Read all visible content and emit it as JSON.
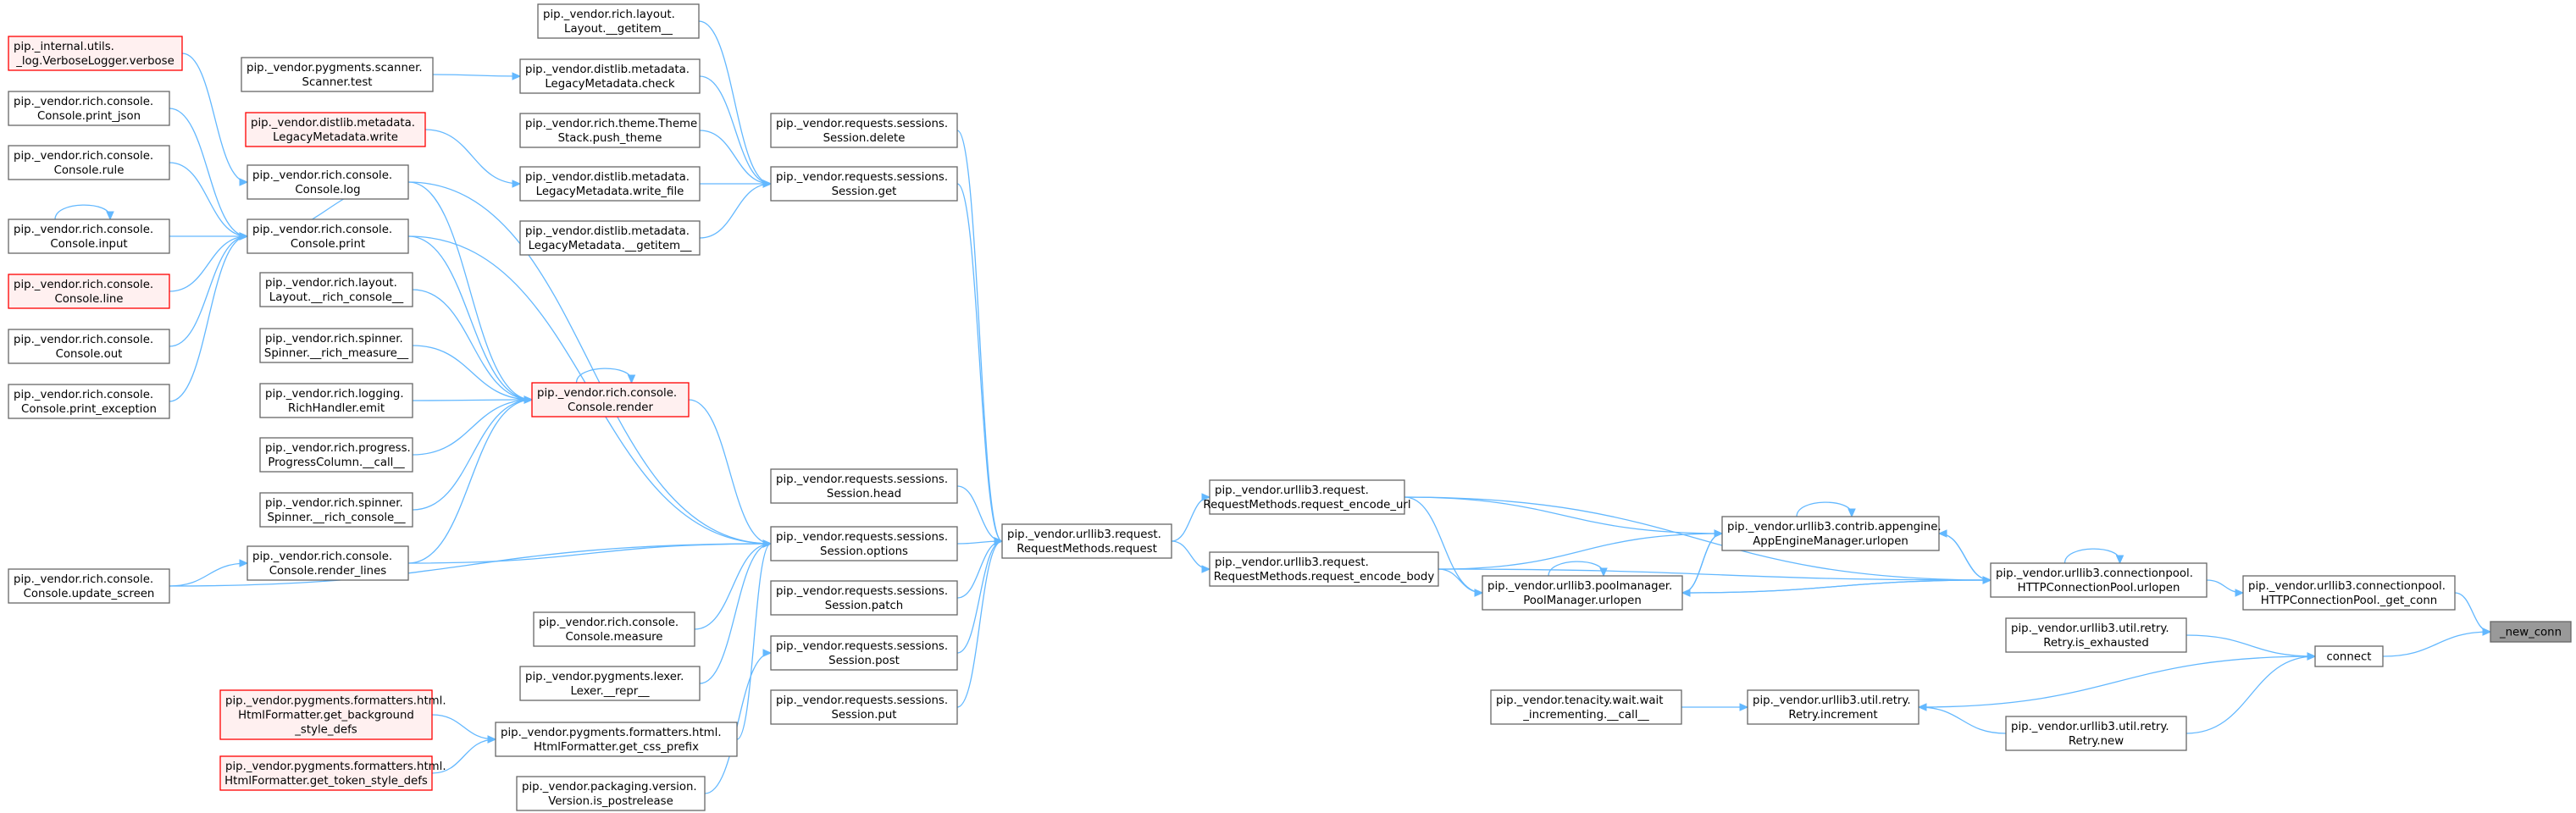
{
  "nodes": [
    {
      "id": "verbose",
      "lines": [
        "pip._internal.utils.",
        "_log.VerboseLogger.verbose"
      ],
      "style": "red"
    },
    {
      "id": "print_json",
      "lines": [
        "pip._vendor.rich.console.",
        "Console.print_json"
      ]
    },
    {
      "id": "rule",
      "lines": [
        "pip._vendor.rich.console.",
        "Console.rule"
      ]
    },
    {
      "id": "input",
      "lines": [
        "pip._vendor.rich.console.",
        "Console.input"
      ]
    },
    {
      "id": "line",
      "lines": [
        "pip._vendor.rich.console.",
        "Console.line"
      ],
      "style": "red"
    },
    {
      "id": "out",
      "lines": [
        "pip._vendor.rich.console.",
        "Console.out"
      ]
    },
    {
      "id": "print_exception",
      "lines": [
        "pip._vendor.rich.console.",
        "Console.print_exception"
      ]
    },
    {
      "id": "update_screen",
      "lines": [
        "pip._vendor.rich.console.",
        "Console.update_screen"
      ]
    },
    {
      "id": "scanner_test",
      "lines": [
        "pip._vendor.pygments.scanner.",
        "Scanner.test"
      ]
    },
    {
      "id": "legacy_write",
      "lines": [
        "pip._vendor.distlib.metadata.",
        "LegacyMetadata.write"
      ],
      "style": "red"
    },
    {
      "id": "console_log",
      "lines": [
        "pip._vendor.rich.console.",
        "Console.log"
      ]
    },
    {
      "id": "console_print",
      "lines": [
        "pip._vendor.rich.console.",
        "Console.print"
      ]
    },
    {
      "id": "layout_rich_console",
      "lines": [
        "pip._vendor.rich.layout.",
        "Layout.__rich_console__"
      ]
    },
    {
      "id": "spinner_measure",
      "lines": [
        "pip._vendor.rich.spinner.",
        "Spinner.__rich_measure__"
      ]
    },
    {
      "id": "richhandler_emit",
      "lines": [
        "pip._vendor.rich.logging.",
        "RichHandler.emit"
      ]
    },
    {
      "id": "progresscolumn_call",
      "lines": [
        "pip._vendor.rich.progress.",
        "ProgressColumn.__call__"
      ]
    },
    {
      "id": "spinner_rich_console",
      "lines": [
        "pip._vendor.rich.spinner.",
        "Spinner.__rich_console__"
      ]
    },
    {
      "id": "render_lines",
      "lines": [
        "pip._vendor.rich.console.",
        "Console.render_lines"
      ]
    },
    {
      "id": "get_background",
      "lines": [
        "pip._vendor.pygments.formatters.html.",
        "HtmlFormatter.get_background",
        "_style_defs"
      ],
      "style": "red"
    },
    {
      "id": "get_token_style",
      "lines": [
        "pip._vendor.pygments.formatters.html.",
        "HtmlFormatter.get_token_style_defs"
      ],
      "style": "red"
    },
    {
      "id": "layout_getitem",
      "lines": [
        "pip._vendor.rich.layout.",
        "Layout.__getitem__"
      ]
    },
    {
      "id": "legacy_check",
      "lines": [
        "pip._vendor.distlib.metadata.",
        "LegacyMetadata.check"
      ]
    },
    {
      "id": "theme_stack_push",
      "lines": [
        "pip._vendor.rich.theme.Theme",
        "Stack.push_theme"
      ]
    },
    {
      "id": "legacy_write_file",
      "lines": [
        "pip._vendor.distlib.metadata.",
        "LegacyMetadata.write_file"
      ]
    },
    {
      "id": "legacy_getitem",
      "lines": [
        "pip._vendor.distlib.metadata.",
        "LegacyMetadata.__getitem__"
      ]
    },
    {
      "id": "console_render",
      "lines": [
        "pip._vendor.rich.console.",
        "Console.render"
      ],
      "style": "red"
    },
    {
      "id": "console_measure",
      "lines": [
        "pip._vendor.rich.console.",
        "Console.measure"
      ]
    },
    {
      "id": "lexer_repr",
      "lines": [
        "pip._vendor.pygments.lexer.",
        "Lexer.__repr__"
      ]
    },
    {
      "id": "get_css_prefix",
      "lines": [
        "pip._vendor.pygments.formatters.html.",
        "HtmlFormatter.get_css_prefix"
      ]
    },
    {
      "id": "version_postrelease",
      "lines": [
        "pip._vendor.packaging.version.",
        "Version.is_postrelease"
      ]
    },
    {
      "id": "session_delete",
      "lines": [
        "pip._vendor.requests.sessions.",
        "Session.delete"
      ]
    },
    {
      "id": "session_get",
      "lines": [
        "pip._vendor.requests.sessions.",
        "Session.get"
      ]
    },
    {
      "id": "session_head",
      "lines": [
        "pip._vendor.requests.sessions.",
        "Session.head"
      ]
    },
    {
      "id": "session_options",
      "lines": [
        "pip._vendor.requests.sessions.",
        "Session.options"
      ]
    },
    {
      "id": "session_patch",
      "lines": [
        "pip._vendor.requests.sessions.",
        "Session.patch"
      ]
    },
    {
      "id": "session_post",
      "lines": [
        "pip._vendor.requests.sessions.",
        "Session.post"
      ]
    },
    {
      "id": "session_put",
      "lines": [
        "pip._vendor.requests.sessions.",
        "Session.put"
      ]
    },
    {
      "id": "request",
      "lines": [
        "pip._vendor.urllib3.request.",
        "RequestMethods.request"
      ]
    },
    {
      "id": "encode_url",
      "lines": [
        "pip._vendor.urllib3.request.",
        "RequestMethods.request_encode_url"
      ]
    },
    {
      "id": "encode_body",
      "lines": [
        "pip._vendor.urllib3.request.",
        "RequestMethods.request_encode_body"
      ]
    },
    {
      "id": "appengine_urlopen",
      "lines": [
        "pip._vendor.urllib3.contrib.appengine.",
        "AppEngineManager.urlopen"
      ]
    },
    {
      "id": "poolmanager_urlopen",
      "lines": [
        "pip._vendor.urllib3.poolmanager.",
        "PoolManager.urlopen"
      ]
    },
    {
      "id": "tenacity_call",
      "lines": [
        "pip._vendor.tenacity.wait.wait",
        "_incrementing.__call__"
      ]
    },
    {
      "id": "retry_increment",
      "lines": [
        "pip._vendor.urllib3.util.retry.",
        "Retry.increment"
      ]
    },
    {
      "id": "hcp_urlopen",
      "lines": [
        "pip._vendor.urllib3.connectionpool.",
        "HTTPConnectionPool.urlopen"
      ]
    },
    {
      "id": "retry_exhausted",
      "lines": [
        "pip._vendor.urllib3.util.retry.",
        "Retry.is_exhausted"
      ]
    },
    {
      "id": "retry_new",
      "lines": [
        "pip._vendor.urllib3.util.retry.",
        "Retry.new"
      ]
    },
    {
      "id": "get_conn",
      "lines": [
        "pip._vendor.urllib3.connectionpool.",
        "HTTPConnectionPool._get_conn"
      ]
    },
    {
      "id": "connect",
      "lines": [
        "connect"
      ]
    },
    {
      "id": "new_conn",
      "lines": [
        "_new_conn"
      ],
      "style": "target"
    }
  ],
  "edges": [
    [
      "verbose",
      "console_log"
    ],
    [
      "print_json",
      "console_print"
    ],
    [
      "rule",
      "console_print"
    ],
    [
      "input",
      "console_print"
    ],
    [
      "input",
      "input"
    ],
    [
      "line",
      "console_print"
    ],
    [
      "out",
      "console_print"
    ],
    [
      "print_exception",
      "console_print"
    ],
    [
      "update_screen",
      "render_lines"
    ],
    [
      "update_screen",
      "session_options"
    ],
    [
      "console_log",
      "console_print"
    ],
    [
      "console_log",
      "console_render"
    ],
    [
      "console_log",
      "session_options"
    ],
    [
      "console_print",
      "console_render"
    ],
    [
      "console_print",
      "session_options"
    ],
    [
      "layout_rich_console",
      "console_render"
    ],
    [
      "spinner_measure",
      "console_render"
    ],
    [
      "richhandler_emit",
      "console_render"
    ],
    [
      "progresscolumn_call",
      "console_render"
    ],
    [
      "spinner_rich_console",
      "console_render"
    ],
    [
      "render_lines",
      "console_render"
    ],
    [
      "render_lines",
      "session_options"
    ],
    [
      "console_render",
      "console_render"
    ],
    [
      "console_render",
      "session_options"
    ],
    [
      "scanner_test",
      "legacy_check"
    ],
    [
      "legacy_write",
      "legacy_write_file"
    ],
    [
      "layout_getitem",
      "session_get"
    ],
    [
      "legacy_check",
      "session_get"
    ],
    [
      "theme_stack_push",
      "session_get"
    ],
    [
      "legacy_write_file",
      "session_get"
    ],
    [
      "legacy_getitem",
      "session_get"
    ],
    [
      "console_measure",
      "session_options"
    ],
    [
      "lexer_repr",
      "session_options"
    ],
    [
      "get_css_prefix",
      "session_options"
    ],
    [
      "get_background",
      "get_css_prefix"
    ],
    [
      "get_token_style",
      "get_css_prefix"
    ],
    [
      "version_postrelease",
      "session_post"
    ],
    [
      "session_delete",
      "request"
    ],
    [
      "session_get",
      "request"
    ],
    [
      "session_head",
      "request"
    ],
    [
      "session_options",
      "request"
    ],
    [
      "session_patch",
      "request"
    ],
    [
      "session_post",
      "request"
    ],
    [
      "session_put",
      "request"
    ],
    [
      "request",
      "encode_url"
    ],
    [
      "request",
      "encode_body"
    ],
    [
      "encode_url",
      "appengine_urlopen"
    ],
    [
      "encode_url",
      "poolmanager_urlopen"
    ],
    [
      "encode_url",
      "hcp_urlopen"
    ],
    [
      "encode_body",
      "appengine_urlopen"
    ],
    [
      "encode_body",
      "poolmanager_urlopen"
    ],
    [
      "encode_body",
      "hcp_urlopen"
    ],
    [
      "appengine_urlopen",
      "appengine_urlopen"
    ],
    [
      "appengine_urlopen",
      "hcp_urlopen"
    ],
    [
      "appengine_urlopen",
      "poolmanager_urlopen"
    ],
    [
      "poolmanager_urlopen",
      "poolmanager_urlopen"
    ],
    [
      "poolmanager_urlopen",
      "appengine_urlopen"
    ],
    [
      "poolmanager_urlopen",
      "hcp_urlopen"
    ],
    [
      "hcp_urlopen",
      "appengine_urlopen"
    ],
    [
      "hcp_urlopen",
      "poolmanager_urlopen"
    ],
    [
      "hcp_urlopen",
      "hcp_urlopen"
    ],
    [
      "hcp_urlopen",
      "get_conn"
    ],
    [
      "tenacity_call",
      "retry_increment"
    ],
    [
      "retry_increment",
      "connect"
    ],
    [
      "retry_new",
      "retry_increment"
    ],
    [
      "retry_new",
      "connect"
    ],
    [
      "retry_exhausted",
      "connect"
    ],
    [
      "get_conn",
      "new_conn"
    ],
    [
      "connect",
      "new_conn"
    ]
  ]
}
